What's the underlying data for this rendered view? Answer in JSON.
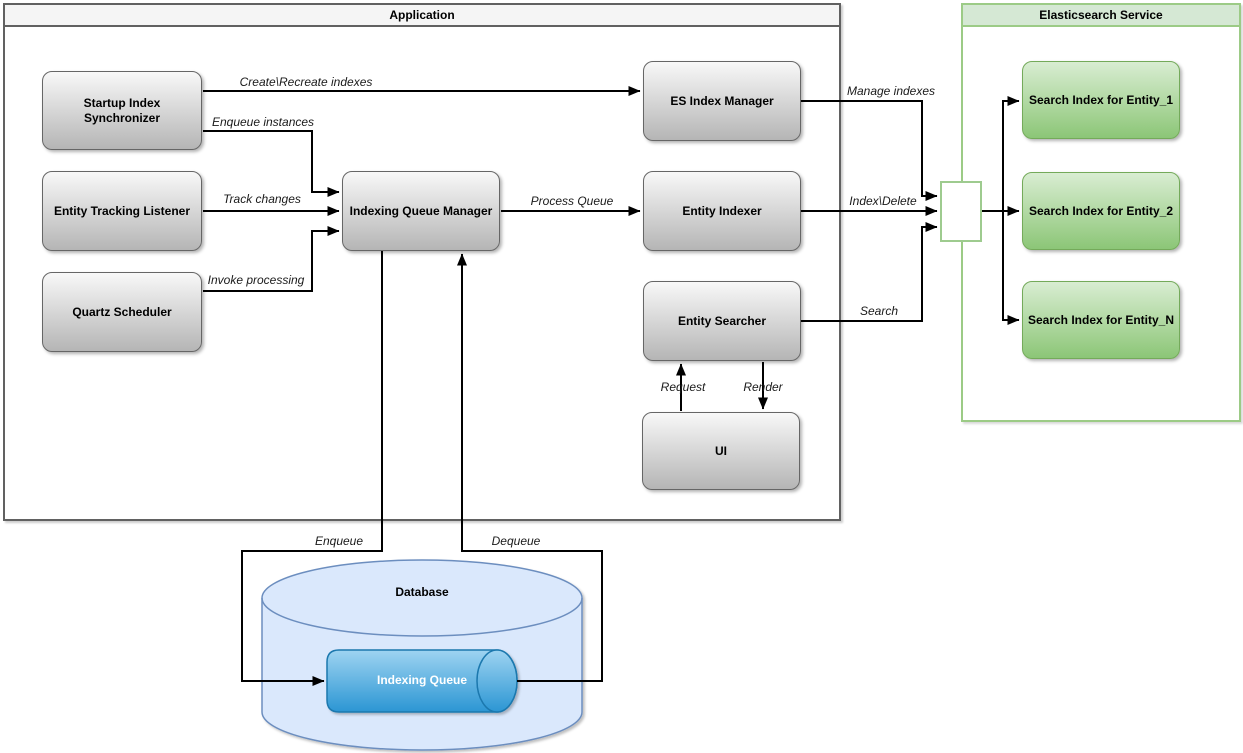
{
  "diagram": {
    "application": {
      "title": "Application",
      "nodes": {
        "startup_index_synchronizer": "Startup Index Synchronizer",
        "entity_tracking_listener": "Entity Tracking Listener",
        "quartz_scheduler": "Quartz Scheduler",
        "indexing_queue_manager": "Indexing Queue Manager",
        "es_index_manager": "ES Index Manager",
        "entity_indexer": "Entity Indexer",
        "entity_searcher": "Entity Searcher",
        "ui": "UI"
      }
    },
    "elasticsearch": {
      "title": "Elasticsearch Service",
      "nodes": {
        "search_index_entity_1": "Search Index for Entity_1",
        "search_index_entity_2": "Search Index for Entity_2",
        "search_index_entity_n": "Search Index for Entity_N"
      }
    },
    "database": {
      "title": "Database",
      "queue": "Indexing Queue"
    },
    "edge_labels": {
      "create_recreate": "Create\\Recreate indexes",
      "enqueue_instances": "Enqueue instances",
      "track_changes": "Track changes",
      "invoke_processing": "Invoke processing",
      "process_queue": "Process Queue",
      "manage_indexes": "Manage indexes",
      "index_delete": "Index\\Delete",
      "search": "Search",
      "request": "Request",
      "render": "Render",
      "enqueue": "Enqueue",
      "dequeue": "Dequeue"
    },
    "colors": {
      "connector": "#000000",
      "gray_node_border": "#666666",
      "gray_node_fill_top": "#f8f8f8",
      "gray_node_fill_bottom": "#b5b5b5",
      "green_node_border": "#74aa5a",
      "green_node_fill_top": "#d9edd2",
      "green_node_fill_bottom": "#8cc677",
      "app_container_border": "#616161",
      "app_titlebar_fill": "#f5f5f5",
      "es_container_border": "#9ccb86",
      "es_titlebar_fill": "#d5e8d4",
      "database_fill": "#dae8fc",
      "database_border": "#6c8ebf",
      "queue_fill_top": "#9ed3f1",
      "queue_fill_bottom": "#2b95d3",
      "queue_border": "#1a78ae"
    }
  }
}
